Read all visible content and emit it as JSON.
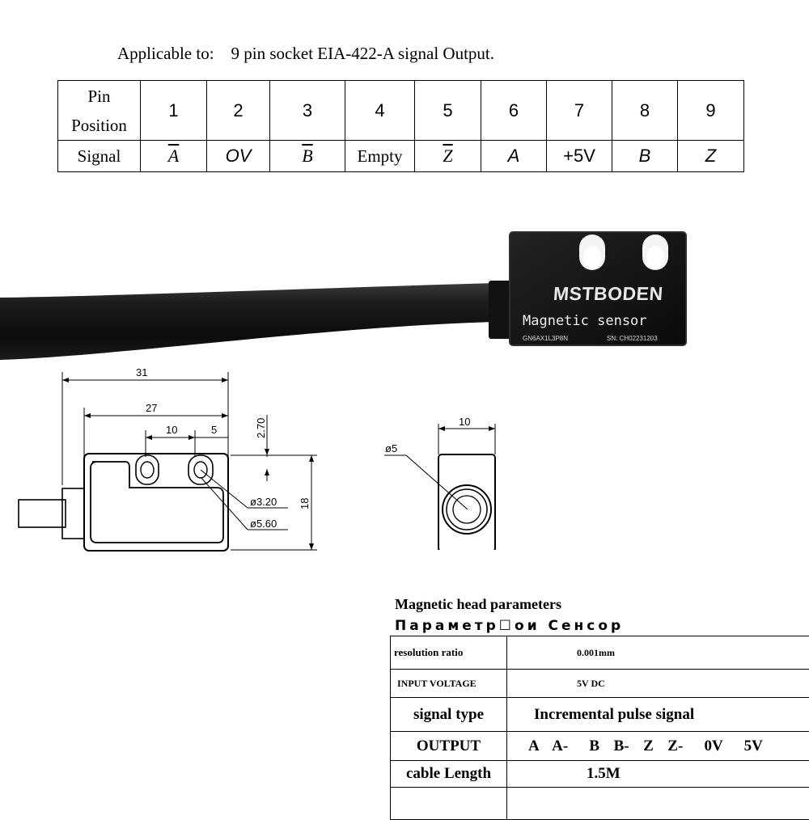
{
  "header": {
    "applicable_text": "Applicable to:    9 pin socket EIA-422-A signal Output."
  },
  "pin_table": {
    "row1_label_line1": "Pin",
    "row1_label_line2": "Position",
    "row2_label": "Signal",
    "pins": [
      "1",
      "2",
      "3",
      "4",
      "5",
      "6",
      "7",
      "8",
      "9"
    ],
    "signals": [
      "A",
      "OV",
      "B",
      "Empty",
      "Z",
      "A",
      "+5V",
      "B",
      "Z"
    ]
  },
  "sensor": {
    "brand": "MSTBODEN",
    "product_label": "Magnetic sensor",
    "model_code": "GN6AX1L3P8N",
    "serial": "SN: CH02231203"
  },
  "drawing": {
    "dim_overall_width": "31",
    "dim_body_width": "27",
    "dim_hole_spacing": "10",
    "dim_hole_offset": "5",
    "dim_hole_depth": "2.70",
    "dim_hole_small": "ø3.20",
    "dim_hole_large": "ø5.60",
    "dim_height": "18",
    "dim_end_width": "10",
    "dim_cable_diameter": "ø5"
  },
  "params": {
    "title": "Magnetic head parameters",
    "title_ru": "Параметр☐ои Сенсор",
    "rows": [
      {
        "key": "resolution ratio",
        "value": "0.001mm"
      },
      {
        "key": "INPUT VOLTAGE",
        "value": "5V DC"
      },
      {
        "key": "signal type",
        "value": "Incremental pulse signal"
      },
      {
        "key": "OUTPUT",
        "value": "A  A-   B  B-  Z  Z-   0V   5V"
      },
      {
        "key": "cable Length",
        "value": "1.5M"
      }
    ]
  }
}
